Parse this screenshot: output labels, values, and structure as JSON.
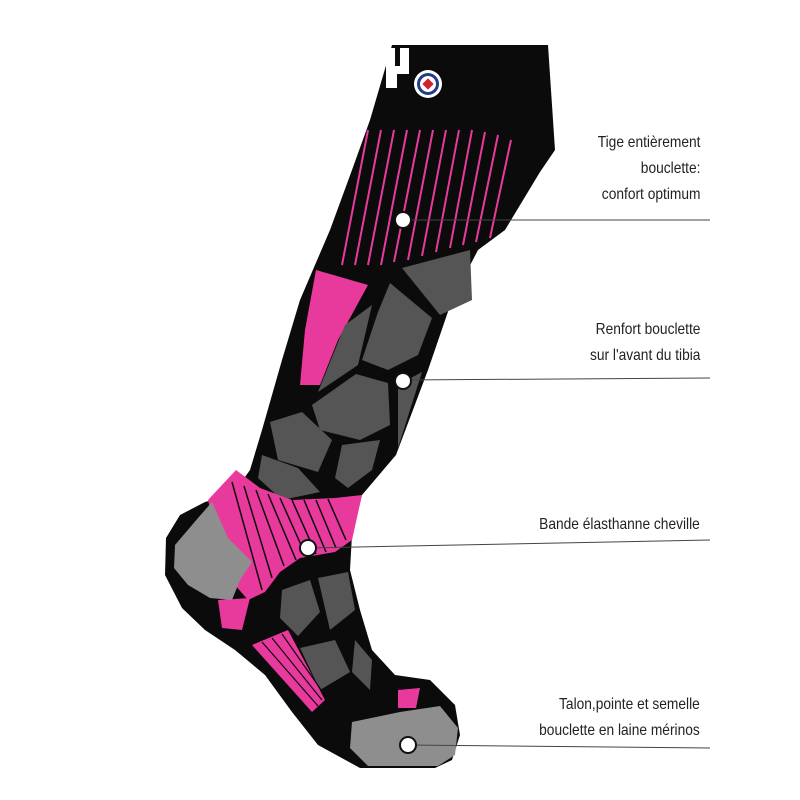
{
  "colors": {
    "sock_black": "#0b0b0b",
    "accent_pink": "#e83a9c",
    "panel_grey": "#555555",
    "heel_grey": "#8e8e8e",
    "leader_line": "#444444",
    "logo_red": "#d2232a",
    "logo_blue": "#1f3c8c"
  },
  "callouts": [
    {
      "id": "tige",
      "lines": [
        "Tige entièrement",
        "bouclette:",
        "confort optimum"
      ]
    },
    {
      "id": "renfort",
      "lines": [
        "Renfort bouclette",
        "sur l'avant du tibia"
      ]
    },
    {
      "id": "bande",
      "lines": [
        "Bande élasthanne cheville"
      ]
    },
    {
      "id": "talon",
      "lines": [
        "Talon,pointe et semelle",
        "bouclette en laine mérinos"
      ]
    }
  ],
  "logo": {
    "mark": "roundel"
  }
}
